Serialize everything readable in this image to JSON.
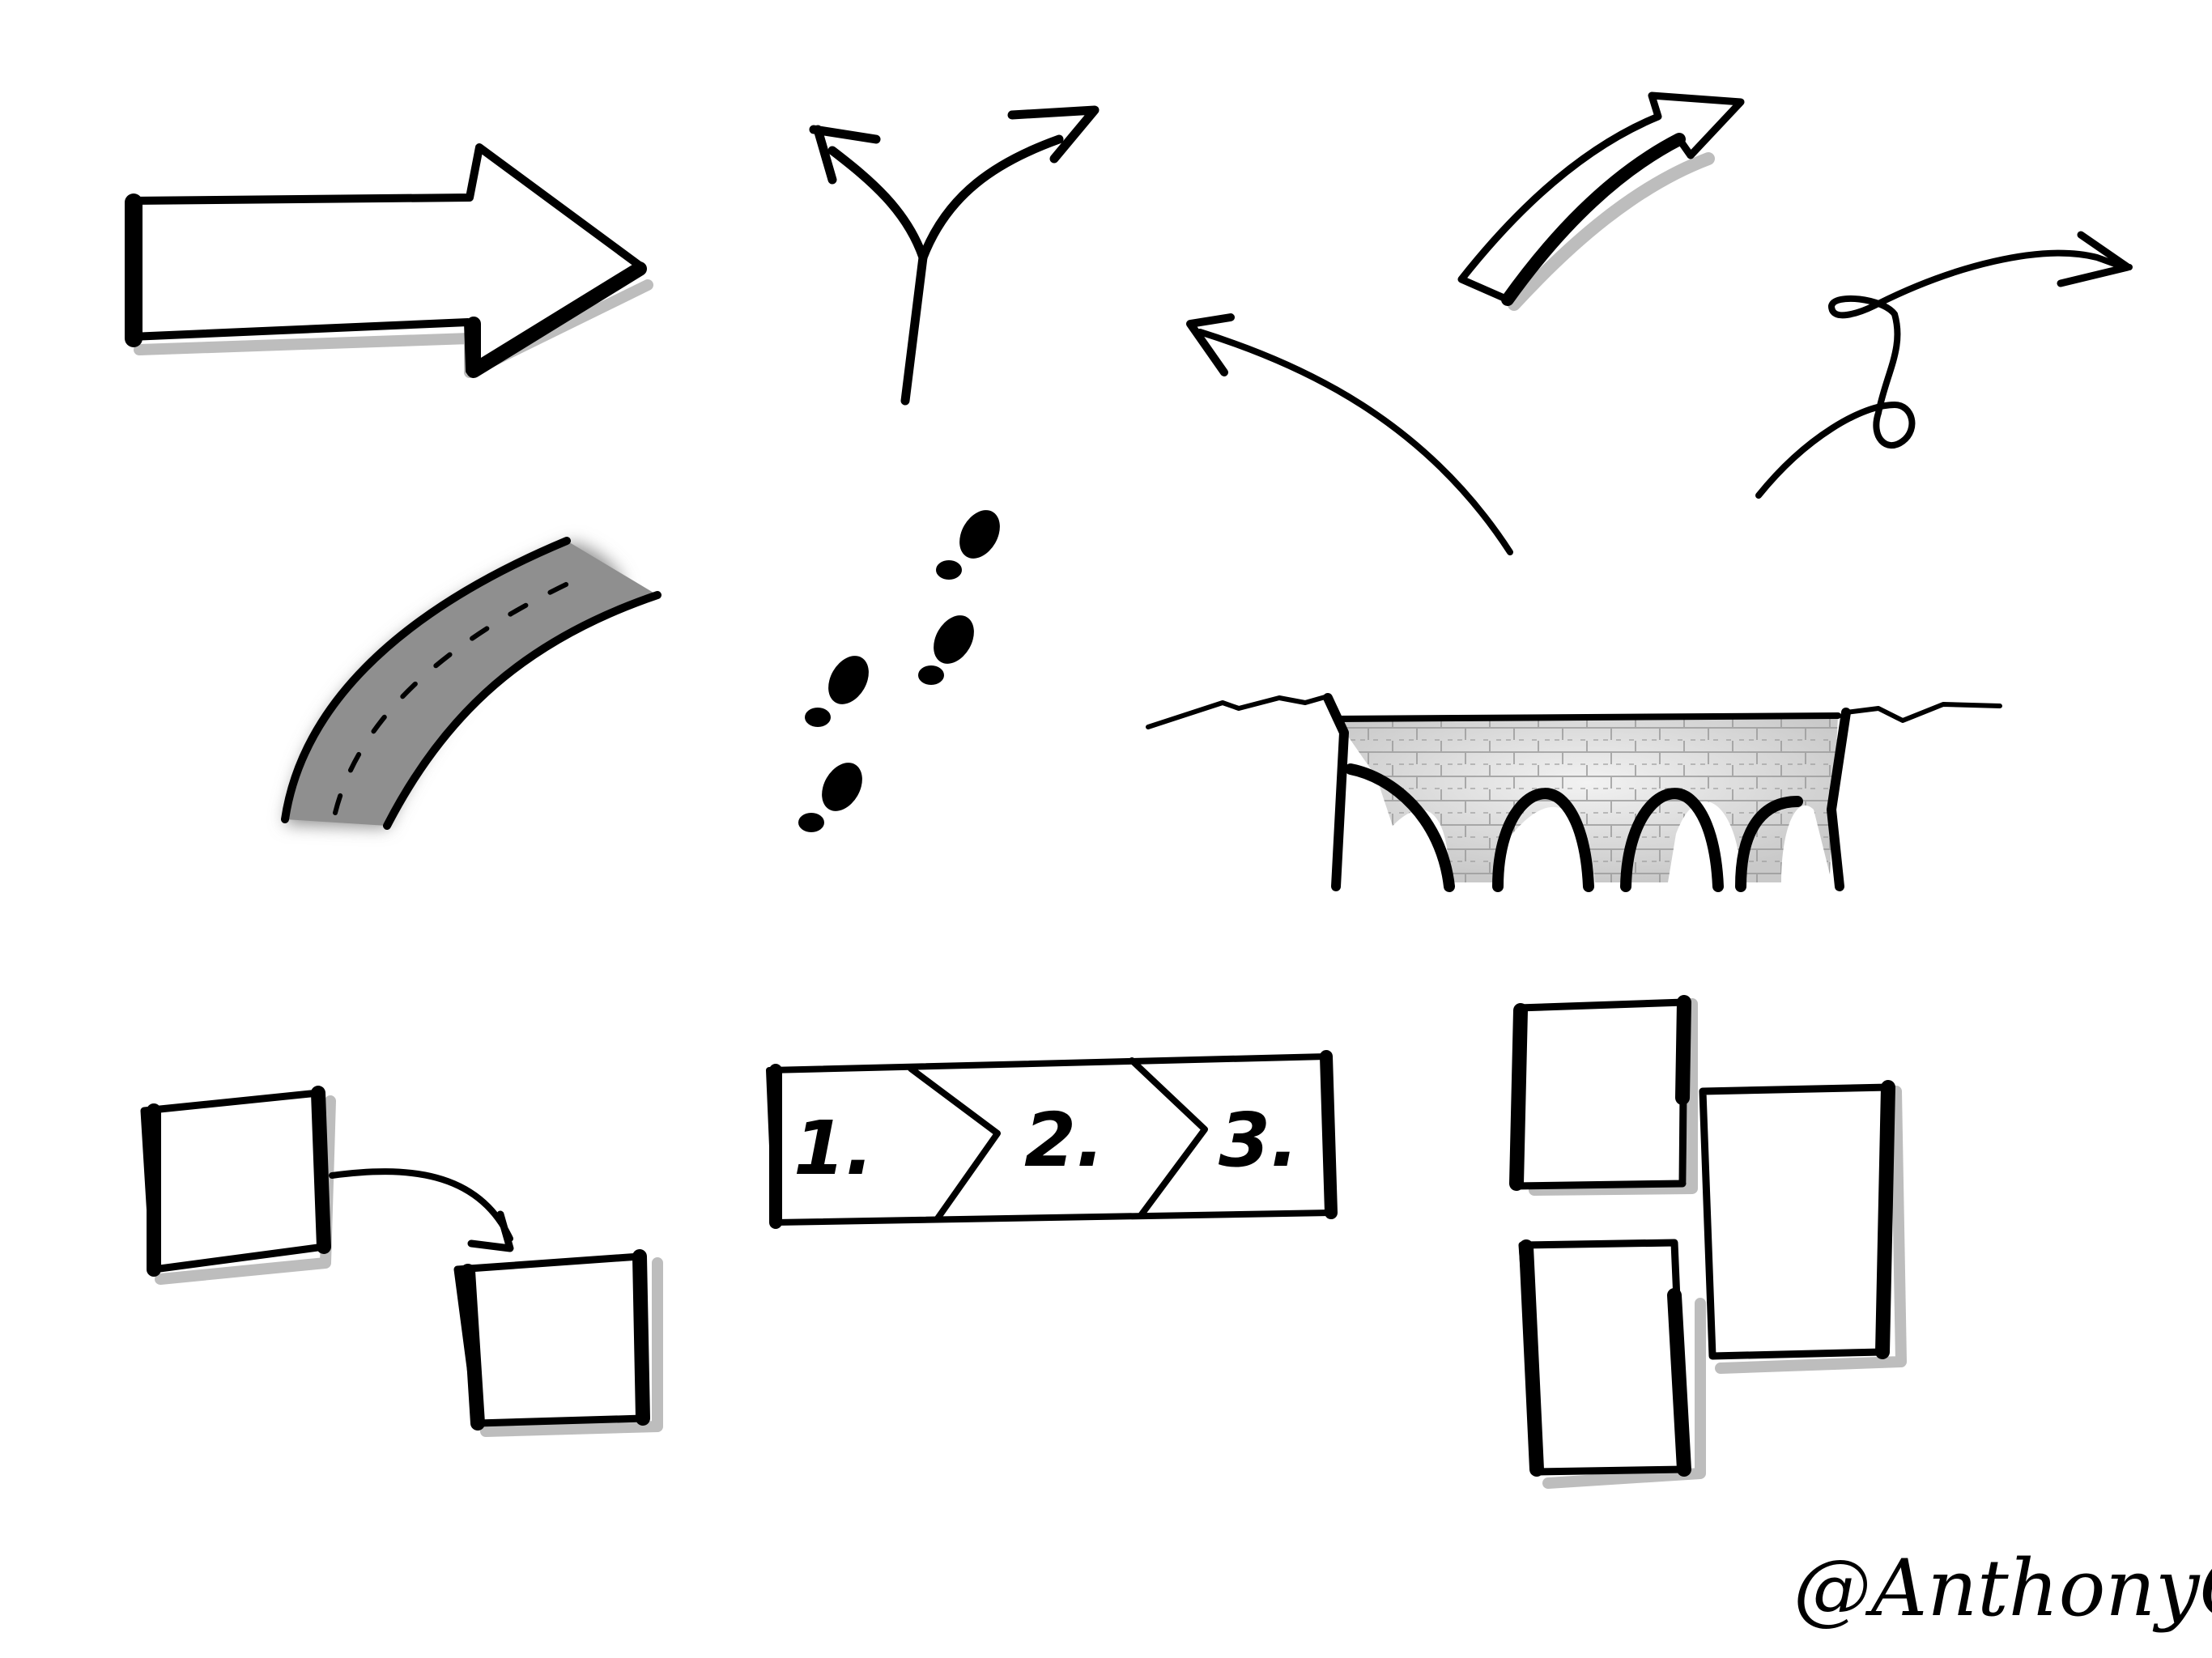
{
  "steps": [
    "1.",
    "2.",
    "3."
  ],
  "signature": "@AnthonyCoulon",
  "colors": {
    "ink": "#000000",
    "road": "#8f8f8f",
    "shadow": "#bdbdbd",
    "bridge_fill": "#d9d9d9",
    "brick_lines": "#9a9a9a"
  }
}
